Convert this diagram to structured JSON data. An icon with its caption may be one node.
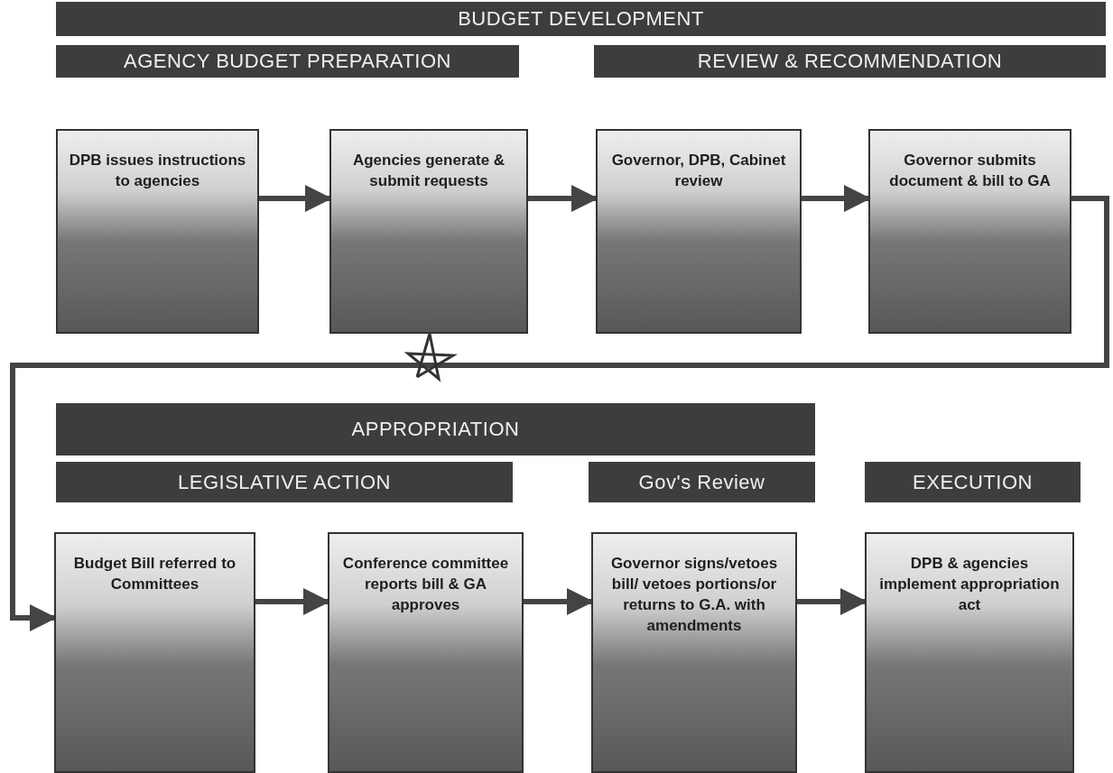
{
  "diagram": {
    "nodes": [
      {
        "text": [
          "BUDGET DEVELOPMENT"
        ]
      },
      {
        "text": [
          "AGENCY BUDGET PREPARATION"
        ]
      },
      {
        "text": [
          "REVIEW & RECOMMENDATION"
        ]
      },
      {
        "text": [
          "DPB issues instructions to agencies"
        ]
      },
      {
        "text": [
          "Agencies generate & submit requests"
        ]
      },
      {
        "text": [
          "Governor, DPB, Cabinet review"
        ]
      },
      {
        "text": [
          "Governor submits document & bill to GA"
        ]
      },
      {
        "text": [
          "APPROPRIATION"
        ]
      },
      {
        "text": [
          "LEGISLATIVE ACTION"
        ]
      },
      {
        "text": [
          "Gov's Review"
        ]
      },
      {
        "text": [
          "EXECUTION"
        ]
      },
      {
        "text": [
          "Budget Bill referred to Committees"
        ]
      },
      {
        "text": [
          "Conference committee reports bill & GA approves"
        ]
      },
      {
        "text": [
          "Governor signs/vetoes bill/ vetoes portions/or returns to G.A. with amendments"
        ]
      },
      {
        "text": [
          "DPB & agencies implement appropriation act"
        ]
      }
    ],
    "edges": [
      {
        "from": 3,
        "to": 4,
        "arrow": "to"
      },
      {
        "from": 4,
        "to": 5,
        "arrow": "to"
      },
      {
        "from": 5,
        "to": 6,
        "arrow": "to"
      },
      {
        "from": 6,
        "to": 11,
        "arrow": "to"
      },
      {
        "from": 11,
        "to": 12,
        "arrow": "to"
      },
      {
        "from": 12,
        "to": 13,
        "arrow": "to"
      },
      {
        "from": 13,
        "to": 14,
        "arrow": "to"
      }
    ]
  }
}
